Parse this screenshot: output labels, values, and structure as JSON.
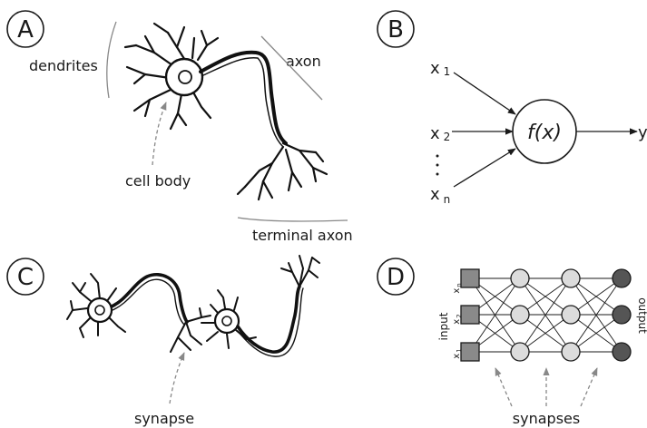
{
  "panels": {
    "a": {
      "letter": "A",
      "dendrites_label": "dendrites",
      "axon_label": "axon",
      "cell_body_label": "cell body",
      "terminal_axon_label": "terminal axon"
    },
    "b": {
      "letter": "B",
      "inputs": [
        {
          "base": "x",
          "sub": "1"
        },
        {
          "base": "x",
          "sub": "2"
        },
        {
          "base": "x",
          "sub": "n"
        }
      ],
      "vertical_dots": "·\n·\n·",
      "function_label": "f(x)",
      "output_label": "y"
    },
    "c": {
      "letter": "C",
      "synapse_label": "synapse"
    },
    "d": {
      "letter": "D",
      "input_label": "input",
      "output_label": "output",
      "input_node_labels": [
        {
          "base": "x",
          "sub": "n"
        },
        {
          "base": "x",
          "sub": "2"
        },
        {
          "base": "x",
          "sub": "1"
        }
      ],
      "synapses_label": "synapses"
    }
  },
  "colors": {
    "ink": "#1a1a1a",
    "square_fill": "#8a8a8a",
    "hidden_node_fill": "#dcdcdc",
    "output_node_fill": "#555555",
    "dashed_arrow": "#888888"
  }
}
